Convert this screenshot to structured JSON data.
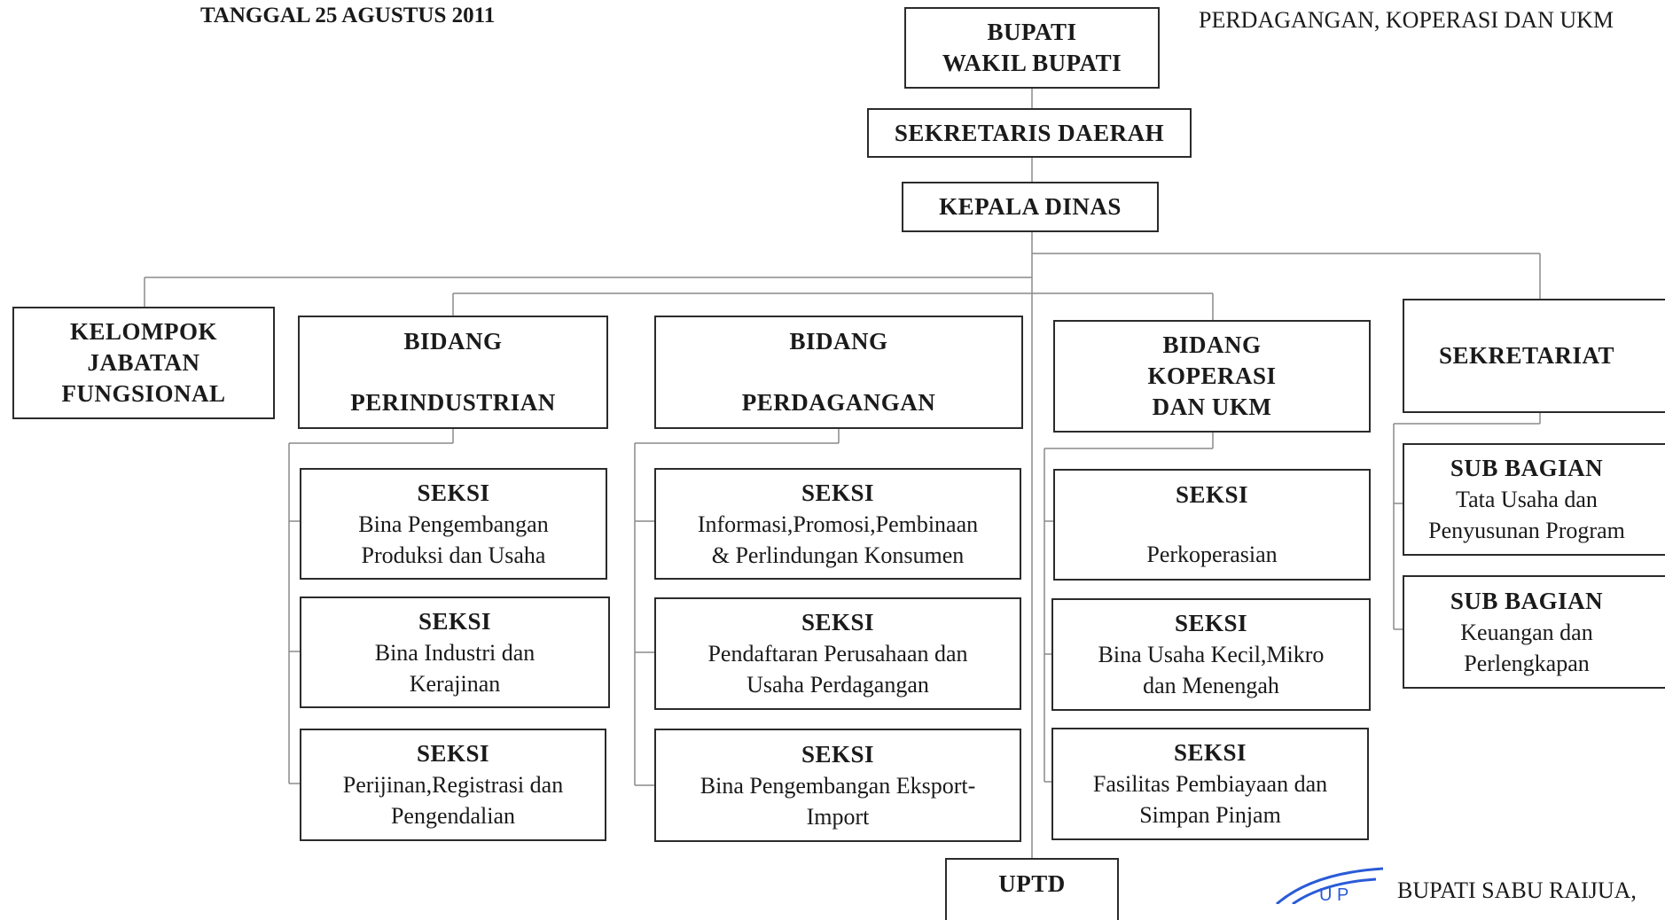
{
  "header": {
    "left": "TANGGAL 25 AGUSTUS 2011",
    "right": "PERDAGANGAN, KOPERASI DAN UKM"
  },
  "top": {
    "bupati": [
      "BUPATI",
      "WAKIL BUPATI"
    ],
    "sekda": "SEKRETARIS DAERAH",
    "kadis": "KEPALA DINAS"
  },
  "kelompok": [
    "KELOMPOK",
    "JABATAN",
    "FUNGSIONAL"
  ],
  "bidang_industri": {
    "title": [
      "BIDANG",
      "PERINDUSTRIAN"
    ],
    "seksi": [
      {
        "head": "SEKSI",
        "lines": [
          "Bina Pengembangan",
          "Produksi dan Usaha"
        ]
      },
      {
        "head": "SEKSI",
        "lines": [
          "Bina Industri dan",
          "Kerajinan"
        ]
      },
      {
        "head": "SEKSI",
        "lines": [
          "Perijinan,Registrasi dan",
          "Pengendalian"
        ]
      }
    ]
  },
  "bidang_dagang": {
    "title": [
      "BIDANG",
      "PERDAGANGAN"
    ],
    "seksi": [
      {
        "head": "SEKSI",
        "lines": [
          "Informasi,Promosi,Pembinaan",
          "& Perlindungan Konsumen"
        ]
      },
      {
        "head": "SEKSI",
        "lines": [
          "Pendaftaran Perusahaan dan",
          "Usaha Perdagangan"
        ]
      },
      {
        "head": "SEKSI",
        "lines": [
          "Bina Pengembangan Eksport-",
          "Import"
        ]
      }
    ]
  },
  "bidang_koperasi": {
    "title": [
      "BIDANG",
      "KOPERASI",
      "DAN UKM"
    ],
    "seksi": [
      {
        "head": "SEKSI",
        "lines": [
          "Perkoperasian"
        ]
      },
      {
        "head": "SEKSI",
        "lines": [
          "Bina Usaha Kecil,Mikro",
          "dan Menengah"
        ]
      },
      {
        "head": "SEKSI",
        "lines": [
          "Fasilitas Pembiayaan dan",
          "Simpan Pinjam"
        ]
      }
    ]
  },
  "sekretariat": {
    "title": "SEKRETARIAT",
    "sub": [
      {
        "head": "SUB BAGIAN",
        "lines": [
          "Tata Usaha dan",
          "Penyusunan Program"
        ]
      },
      {
        "head": "SUB BAGIAN",
        "lines": [
          "Keuangan dan",
          "Perlengkapan"
        ]
      }
    ]
  },
  "uptd": "UPTD",
  "signature": "BUPATI SABU RAIJUA,"
}
